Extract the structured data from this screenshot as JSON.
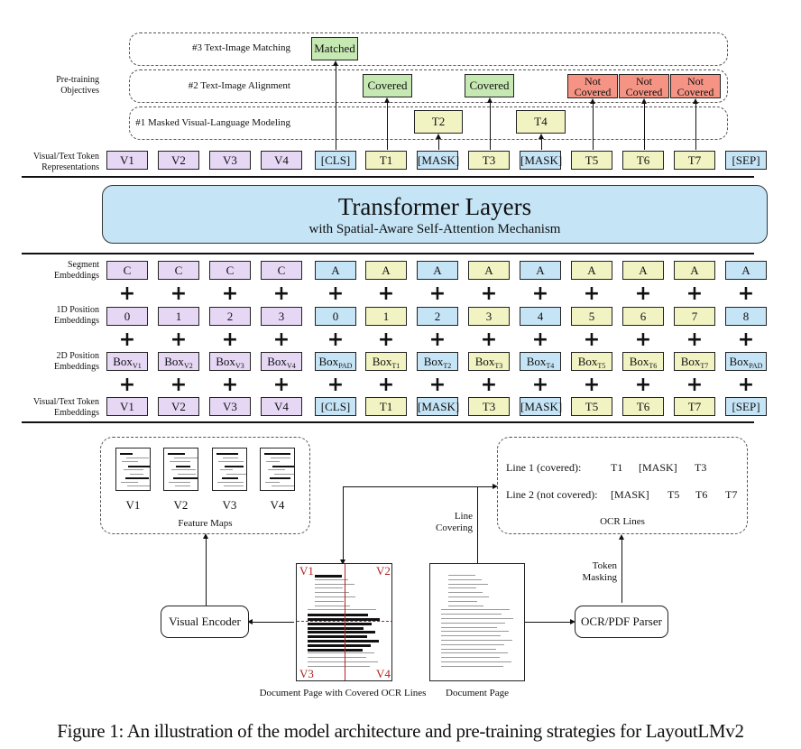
{
  "objectives": {
    "group_label": "Pre-training\nObjectives",
    "row3": "#3 Text-Image Matching",
    "row2": "#2 Text-Image Alignment",
    "row1": "#1 Masked Visual-Language Modeling",
    "matched": "Matched",
    "covered": "Covered",
    "not_covered_line1": "Not",
    "not_covered_line2": "Covered",
    "mvlm_outputs": [
      "T2",
      "T4"
    ]
  },
  "representations": {
    "label_line1": "Visual/Text Token",
    "label_line2": "Representations",
    "tokens": [
      "V1",
      "V2",
      "V3",
      "V4",
      "[CLS]",
      "T1",
      "[MASK]",
      "T3",
      "[MASK]",
      "T5",
      "T6",
      "T7",
      "[SEP]"
    ]
  },
  "transformer": {
    "title": "Transformer Layers",
    "subtitle": "with Spatial-Aware Self-Attention Mechanism"
  },
  "embeddings": {
    "segment": {
      "label_line1": "Segment",
      "label_line2": "Embeddings",
      "values": [
        "C",
        "C",
        "C",
        "C",
        "A",
        "A",
        "A",
        "A",
        "A",
        "A",
        "A",
        "A",
        "A"
      ]
    },
    "pos1d": {
      "label_line1": "1D Position",
      "label_line2": "Embeddings",
      "values": [
        "0",
        "1",
        "2",
        "3",
        "0",
        "1",
        "2",
        "3",
        "4",
        "5",
        "6",
        "7",
        "8"
      ]
    },
    "pos2d": {
      "label_line1": "2D Position",
      "label_line2": "Embeddings",
      "base": "Box",
      "subs": [
        "V1",
        "V2",
        "V3",
        "V4",
        "PAD",
        "T1",
        "T2",
        "T3",
        "T4",
        "T5",
        "T6",
        "T7",
        "PAD"
      ]
    },
    "token": {
      "label_line1": "Visual/Text Token",
      "label_line2": "Embeddings",
      "values": [
        "V1",
        "V2",
        "V3",
        "V4",
        "[CLS]",
        "T1",
        "[MASK]",
        "T3",
        "[MASK]",
        "T5",
        "T6",
        "T7",
        "[SEP]"
      ]
    },
    "token_colors": [
      "purple",
      "purple",
      "purple",
      "purple",
      "blue",
      "yellow",
      "blue",
      "yellow",
      "blue",
      "yellow",
      "yellow",
      "yellow",
      "blue"
    ]
  },
  "feature_maps": {
    "labels": [
      "V1",
      "V2",
      "V3",
      "V4"
    ],
    "caption": "Feature Maps"
  },
  "ocr_lines": {
    "line1_label": "Line 1 (covered):",
    "line1_tokens": [
      "T1",
      "[MASK]",
      "T3"
    ],
    "line2_label": "Line 2 (not covered):",
    "line2_tokens": [
      "[MASK]",
      "T5",
      "T6",
      "T7"
    ],
    "caption": "OCR Lines"
  },
  "bottom": {
    "visual_encoder": "Visual Encoder",
    "ocr_parser": "OCR/PDF Parser",
    "line_covering_1": "Line",
    "line_covering_2": "Covering",
    "token_masking_1": "Token",
    "token_masking_2": "Masking",
    "covered_page_caption": "Document Page with Covered OCR Lines",
    "page_caption": "Document Page",
    "quadrants": [
      "V1",
      "V2",
      "V3",
      "V4"
    ]
  },
  "caption": "Figure 1: An illustration of the model architecture and pre-training strategies for LayoutLMv2",
  "colors": {
    "purple": "#e6d7f5",
    "blue": "#c5e4f6",
    "yellow": "#f1f3c2",
    "green": "#c6e8b2",
    "red": "#f59484",
    "quadrant_red": "#b22222"
  }
}
